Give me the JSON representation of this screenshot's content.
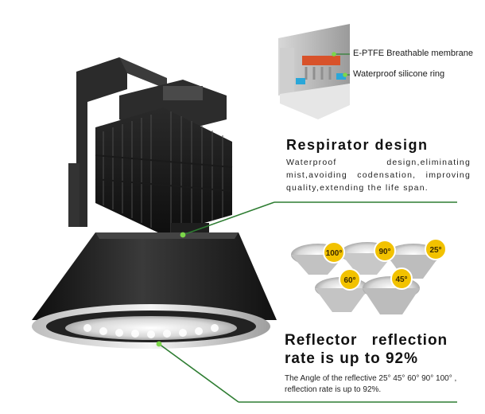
{
  "membrane_label": "E-PTFE Breathable membrane",
  "ring_label": "Waterproof silicone ring",
  "respirator": {
    "title": "Respirator design",
    "description": "Waterproof design,eliminating mist,avoiding codensation, improving quality,extending the life span."
  },
  "reflector": {
    "title_line1": "Reflector reflection",
    "title_line2": "rate is up to 92%",
    "description": "The Angle of the reflective 25° 45° 60° 90° 100° , reflection rate is up to 92%."
  },
  "angle_badges": [
    "100°",
    "90°",
    "25°",
    "60°",
    "45°"
  ],
  "colors": {
    "leader_line": "#2e7d32",
    "lamp_dark": "#1b1b1b",
    "badge_fill": "#f2c200"
  }
}
